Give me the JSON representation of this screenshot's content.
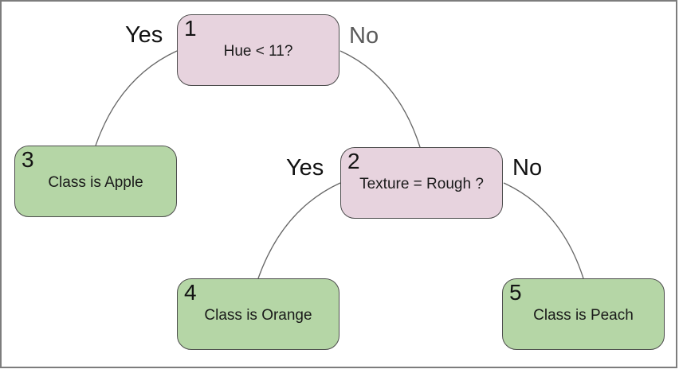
{
  "diagram": {
    "title": "decision-tree",
    "nodes": [
      {
        "id": "1",
        "label": "Hue < 11?",
        "type": "decision"
      },
      {
        "id": "2",
        "label": "Texture = Rough ?",
        "type": "decision"
      },
      {
        "id": "3",
        "label": "Class is Apple",
        "type": "leaf"
      },
      {
        "id": "4",
        "label": "Class is Orange",
        "type": "leaf"
      },
      {
        "id": "5",
        "label": "Class is Peach",
        "type": "leaf"
      }
    ],
    "edges": [
      {
        "from": "1",
        "to": "3",
        "label": "Yes",
        "label_color": "black"
      },
      {
        "from": "1",
        "to": "2",
        "label": "No",
        "label_color": "gray"
      },
      {
        "from": "2",
        "to": "4",
        "label": "Yes",
        "label_color": "black"
      },
      {
        "from": "2",
        "to": "5",
        "label": "No",
        "label_color": "black"
      }
    ],
    "colors": {
      "decision_fill": "#e7d3de",
      "leaf_fill": "#b5d6a6",
      "node_border": "#4d4d4d",
      "edge_line": "#666666",
      "label_black": "#111111",
      "label_gray": "#5b5b5b",
      "frame": "#7d7d7d",
      "background": "#ffffff"
    }
  }
}
